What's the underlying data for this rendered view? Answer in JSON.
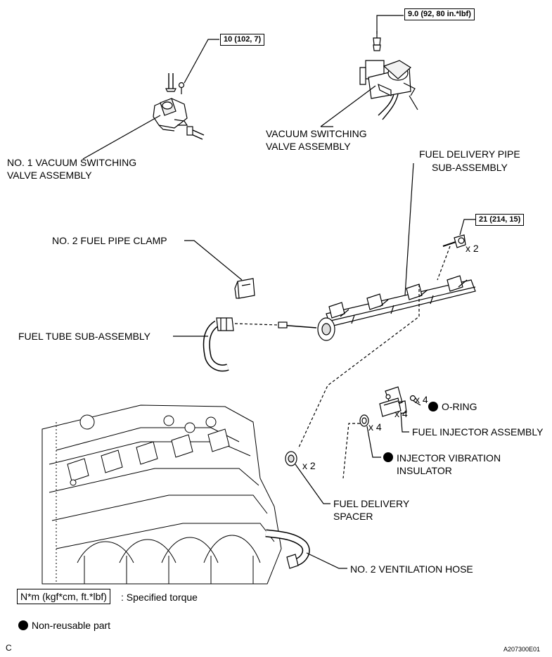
{
  "labels": {
    "no1_vsv": [
      "NO. 1 VACUUM SWITCHING",
      "VALVE ASSEMBLY"
    ],
    "vsv": [
      "VACUUM SWITCHING",
      "VALVE ASSEMBLY"
    ],
    "fuel_delivery_pipe": [
      "FUEL DELIVERY PIPE",
      "SUB-ASSEMBLY"
    ],
    "no2_fuel_pipe_clamp": "NO. 2 FUEL PIPE CLAMP",
    "fuel_tube": "FUEL TUBE SUB-ASSEMBLY",
    "o_ring": "O-RING",
    "fuel_injector": "FUEL INJECTOR ASSEMBLY",
    "injector_insulator": [
      "INJECTOR VIBRATION",
      "INSULATOR"
    ],
    "fuel_delivery_spacer": [
      "FUEL DELIVERY",
      "SPACER"
    ],
    "no2_ventilation_hose": "NO. 2 VENTILATION HOSE"
  },
  "torques": {
    "no1_vsv_bolt": "10 (102, 7)",
    "vsv_bolt": "9.0 (92, 80 in.*lbf)",
    "delivery_pipe_bolt": "21 (214, 15)"
  },
  "quantities": {
    "bolt": "x 2",
    "o_ring": "x 4",
    "injector": "x 4",
    "insulator": "x 4",
    "spacer": "x 2"
  },
  "legend": {
    "torque_units": "N*m (kgf*cm, ft.*lbf)",
    "torque_desc": ": Specified torque",
    "nonreusable_desc": "Non-reusable part"
  },
  "footer": {
    "left": "C",
    "right": "A207300E01"
  }
}
